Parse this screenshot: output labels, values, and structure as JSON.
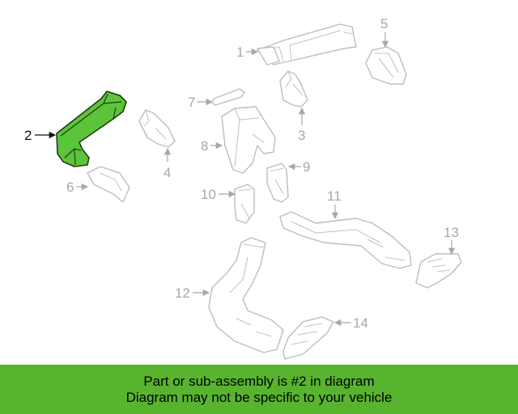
{
  "callouts": {
    "c1": "1",
    "c2": "2",
    "c3": "3",
    "c4": "4",
    "c5": "5",
    "c6": "6",
    "c7": "7",
    "c8": "8",
    "c9": "9",
    "c10": "10",
    "c11": "11",
    "c12": "12",
    "c13": "13",
    "c14": "14"
  },
  "banner": {
    "line1": "Part or sub-assembly is #2 in diagram",
    "line2": "Diagram may not be specific to your vehicle"
  },
  "colors": {
    "highlight": "#5cc43a",
    "banner": "#58b42e",
    "line_art": "#bdbdbd",
    "callout_text": "#a8a8a8"
  }
}
